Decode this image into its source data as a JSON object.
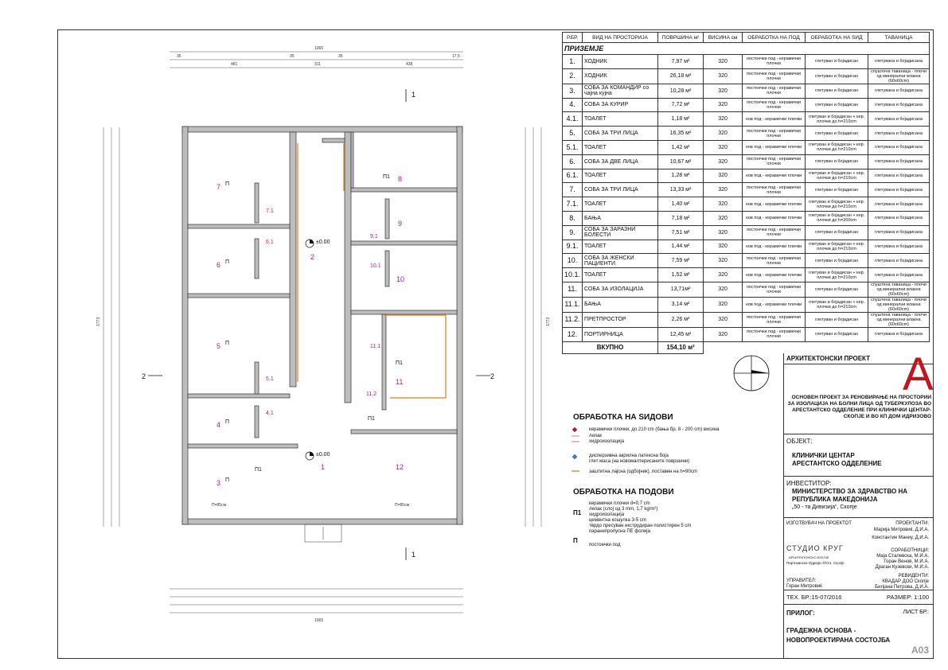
{
  "table": {
    "headers": [
      "Р.БР.",
      "ВИД НА ПРОСТОРИЈА",
      "ПОВРШИНА м²",
      "ВИСИНА см",
      "ОБРАБОТКА НА ПОД",
      "ОБРАБОТКА НА ЅИД",
      "ТАВАНИЦА"
    ],
    "section": "ПРИЗЕМЈЕ",
    "rows": [
      [
        "1.",
        "ХОДНИК",
        "7,97 м²",
        "320",
        "постоечки под - керамички плочки",
        "глетуван и бојадисан",
        "глетувана и бојадисана"
      ],
      [
        "2.",
        "ХОДНИК",
        "26,18 м²",
        "320",
        "постоечки под - керамички плочки",
        "глетуван и бојадисан",
        "спуштена таваница - плочи од минерални влакна (60x60cm)"
      ],
      [
        "3.",
        "СОБА ЗА КОМАНДИР со чајна кујна",
        "10,28 м²",
        "320",
        "постоечки под - керамички плочки",
        "глетуван и бојадисан",
        "глетувана и бојадисана"
      ],
      [
        "4.",
        "СОБА ЗА КУРИР",
        "7,72 м²",
        "320",
        "постоечки под - керамички плочки",
        "глетуван и бојадисан",
        "глетувана и бојадисана"
      ],
      [
        "4.1.",
        "ТОАЛЕТ",
        "1,18 м²",
        "320",
        "нов под - керамички плочки",
        "глетуван и бојадисан + кер. плочки до h=210cm",
        "глетувана и бојадисана"
      ],
      [
        "5.",
        "СОБА ЗА ТРИ ЛИЦА",
        "16,35 м²",
        "320",
        "постоечки под - керамички плочки",
        "глетуван и бојадисан",
        "глетувана и бојадисана"
      ],
      [
        "5.1.",
        "ТОАЛЕТ",
        "1,42 м²",
        "320",
        "нов под - керамички плочки",
        "глетуван и бојадисан + кер. плочки до h=210cm",
        "глетувана и бојадисана"
      ],
      [
        "6.",
        "СОБА ЗА ДВЕ ЛИЦА",
        "10,67 м²",
        "320",
        "постоечки под - керамички плочки",
        "глетуван и бојадисан",
        "глетувана и бојадисана"
      ],
      [
        "6.1.",
        "ТОАЛЕТ",
        "1,28 м²",
        "320",
        "нов под - керамички плочки",
        "глетуван и бојадисан + кер. плочки до h=210cm",
        "глетувана и бојадисана"
      ],
      [
        "7.",
        "СОБА ЗА ТРИ ЛИЦА",
        "13,33 м²",
        "320",
        "постоечки под - керамички плочки",
        "глетуван и бојадисан",
        "глетувана и бојадисана"
      ],
      [
        "7.1.",
        "ТОАЛЕТ",
        "1,40 м²",
        "320",
        "нов под - керамички плочки",
        "глетуван и бојадисан + кер. плочки до h=210cm",
        "глетувана и бојадисана"
      ],
      [
        "8.",
        "БАЊА",
        "7,18 м²",
        "320",
        "нов под - керамички плочки",
        "глетуван и бојадисан + кер. плочки до h=200cm",
        "глетувана и бојадисана"
      ],
      [
        "9.",
        "СОБА ЗА ЗАРАЗНИ БОЛЕСТИ",
        "7,51 м²",
        "320",
        "постоечки под - керамички плочки",
        "глетуван и бојадисан",
        "глетувана и бојадисана"
      ],
      [
        "9.1.",
        "ТОАЛЕТ",
        "1,44 м²",
        "320",
        "нов под - керамички плочки",
        "глетуван и бојадисан + кер. плочки до h=210cm",
        "глетувана и бојадисана"
      ],
      [
        "10.",
        "СОБА ЗА ЖЕНСКИ ПАЦИЕНТИ",
        "7,59 м²",
        "320",
        "постоечки под - керамички плочки",
        "глетуван и бојадисан",
        "глетувана и бојадисана"
      ],
      [
        "10.1.",
        "ТОАЛЕТ",
        "1,52 м²",
        "320",
        "нов под - керамички плочки",
        "глетуван и бојадисан + кер. плочки до h=210cm",
        "глетувана и бојадисана"
      ],
      [
        "11.",
        "СОБА ЗА ИЗОЛАЦИЈА",
        "13,71м²",
        "320",
        "постоечки под - керамички плочки",
        "глетуван и бојадисан",
        "спуштена таваница - плочи од минерални влакна (60x60cm)"
      ],
      [
        "11.1.",
        "БАЊА",
        "3,14 м²",
        "320",
        "нов под - керамички плочки",
        "глетуван и бојадисан + кер. плочки до h=210cm",
        "спуштена таваница - плочи од минерални влакна (60x60cm)"
      ],
      [
        "11.2.",
        "ПРЕТПРОСТОР",
        "2,26 м²",
        "320",
        "постоечки под - керамички плочки",
        "глетуван и бојадисан",
        "спуштена таваница - плочи од минерални влакна (60x60cm)"
      ],
      [
        "12.",
        "ПОРТИРНИЦА",
        "12,45 м²",
        "320",
        "постоечки под - керамички плочки",
        "глетуван и бојадисан",
        "глетувана и бојадисана"
      ]
    ],
    "total_label": "ВКУПНО",
    "total_value": "154,10 м²"
  },
  "legend_walls": {
    "title": "ОБРАБОТКА НА ЅИДОВИ",
    "items": [
      "керамички плочки, до 210 cm (бања бр. 8 - 200 cm) висина",
      "лепак",
      "хидроизолација",
      "дисперзивна акрилна латексна боја",
      "глет маса (на новомалтерисаните површини)",
      "заштитна лајсна (одбојник), поставен на h=90cm"
    ]
  },
  "legend_floors": {
    "title": "ОБРАБОТКА НА ПОДОВИ",
    "p1_label": "П1",
    "p_label": "П",
    "items": [
      "керамички плочки d=0,7 cm",
      "лепак (слој од 3 mm, 1,7 kg/m²)",
      "хидроизолација",
      "цементна кошулка 3-5 cm",
      "тврдо пресуван екструдиран полистирен 5 cm",
      "паранепропусна ПЕ фолија"
    ],
    "p_item": "постоечки под"
  },
  "title_block": {
    "header": "АРХИТЕКТОНСКИ ПРОЕКТ",
    "letter": "A",
    "project": "ОСНОВЕН ПРОЕКТ ЗА РЕНОВИРАЊЕ НА ПРОСТОРИИ ЗА ИЗОЛАЦИЈА НА БОЛНИ ЛИЦА ОД ТУБЕРКУЛОЗА ВО АРЕСТАНТСКО ОДДЕЛЕНИЕ ПРИ КЛИНИЧКИ ЦЕНТАР-СКОПЈЕ И ВО КП ДОМ ИДРИЗОВО",
    "object_label": "ОБЈЕКТ:",
    "object_1": "КЛИНИЧКИ ЦЕНТАР",
    "object_2": "АРЕСТАНТСКО ОДДЕЛЕНИЕ",
    "investor_label": "ИНВЕСТИТОР:",
    "investor_1": "МИНИСТЕРСТВО ЗА ЗДРАВСТВО НА",
    "investor_2": "РЕПУБЛИКА МАКЕДОНИЈА",
    "investor_3": "„50 - та Дивизија“, Скопје",
    "maker_label": "ИЗГОТВУВАЧ НА ПРОЕКТОТ",
    "studio": "СТУДИО КРУГ",
    "studio_sub": "АРХИТЕКТОНСКО АТЕЛЈЕ",
    "studio_addr": "Партизански Одреди 37/21, Скопје",
    "designers_label": "ПРОЕКТАНТИ:",
    "designer_1": "Марија Митровиќ, Д.И.А.",
    "designer_2": "Константин Маниу, Д.И.А.",
    "collab_label": "СОРАБОТНИЦИ:",
    "collab_1": "Маја Сталевска, М.И.А.",
    "collab_2": "Горан Венов, М.И.А.",
    "collab_3": "Драган Кузевски, М.И.А.",
    "manager_label": "УПРАВИТЕЛ:",
    "manager": "Горан Митровиќ",
    "revision_label": "РЕВИДЕНТИ:",
    "revision_1": "КВАДАР ДОО Скопје",
    "revision_2": "Билјана Петрова, Д.И.А.",
    "tech_no": "ТЕХ. БР.:15-07/2016",
    "scale": "РАЗМЕР: 1:100",
    "prilog_label": "ПРИЛОГ:",
    "sheet_label": "ЛИСТ БР.:",
    "drawing_1": "ГРАДЕЖНА ОСНОВА -",
    "drawing_2": "НОВОПРОЕКТИРАНА СОСТОЈБА",
    "sheet_no": "A03"
  },
  "plan": {
    "rooms": [
      "1",
      "2",
      "3",
      "4",
      "4.1",
      "5",
      "5.1",
      "6",
      "6.1",
      "7",
      "7.1",
      "8",
      "9",
      "9.1",
      "10",
      "10.1",
      "11",
      "11.1",
      "11.2",
      "12"
    ],
    "level": "±0.00",
    "section_mark": "1",
    "section_mark_2": "2",
    "door": "П=85см",
    "dim_total": "1065",
    "dims_top": [
      "35",
      "481",
      "35",
      "311",
      "35",
      "438",
      "17,5"
    ],
    "dim_height": "1773"
  }
}
